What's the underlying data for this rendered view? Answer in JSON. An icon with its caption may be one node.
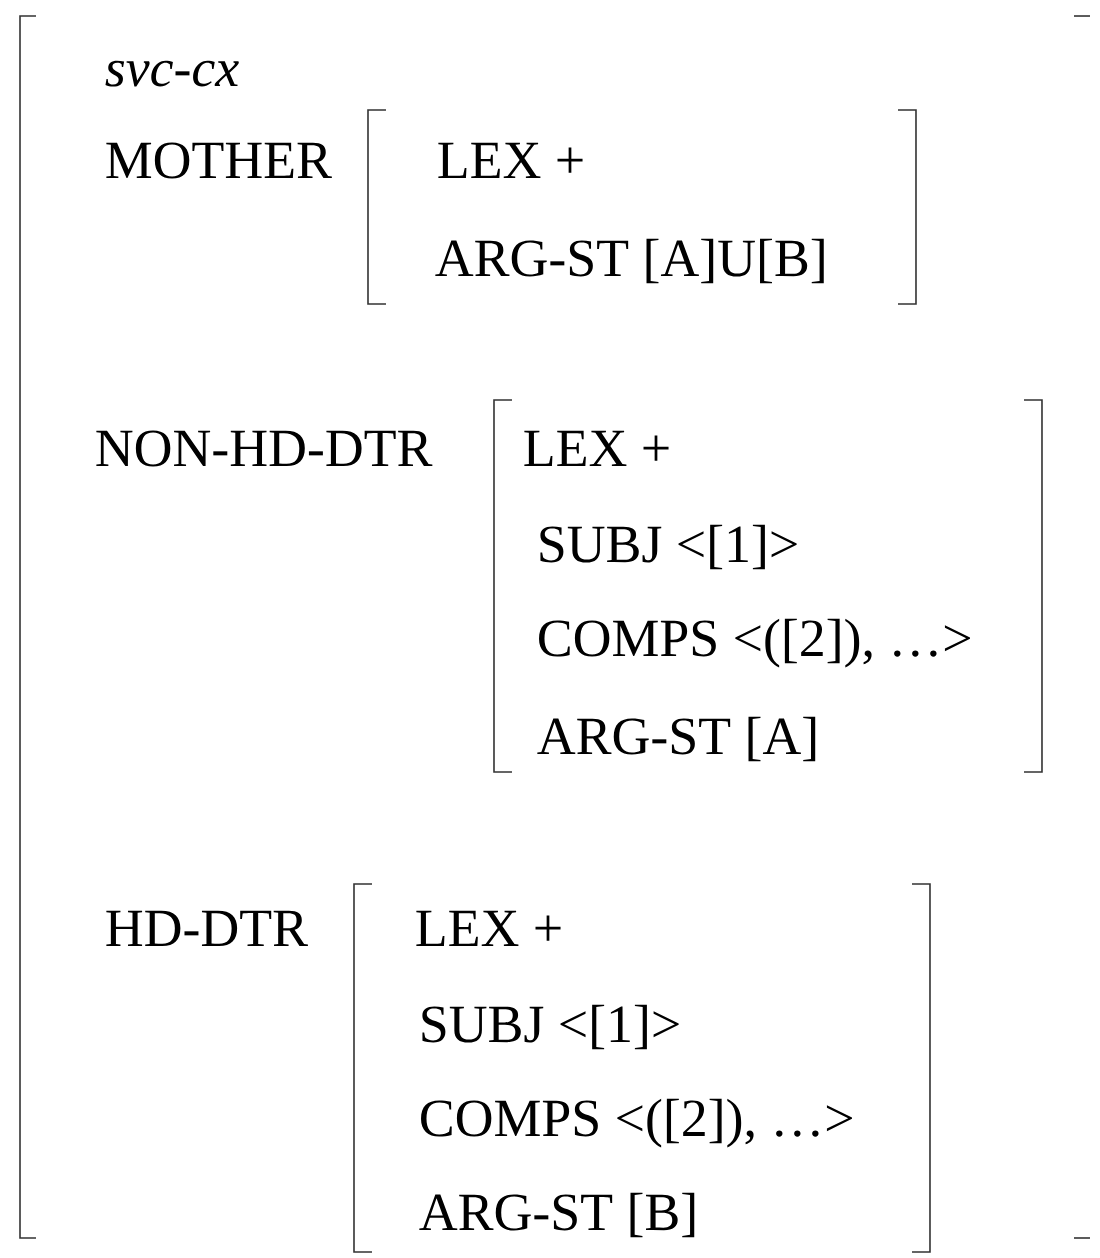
{
  "diagram": {
    "nodes": [
      {
        "text": [
          "svc-cx"
        ]
      },
      {
        "text": [
          "MOTHER",
          "LEX +",
          "ARG-ST [A]U[B]"
        ],
        "in": 0
      },
      {
        "text": [
          "NON-HD-DTR",
          "LEX +",
          "SUBJ <[1]>",
          "COMPS <([2]), …>",
          "ARG-ST [A]"
        ],
        "in": 0
      },
      {
        "text": [
          "HD-DTR",
          "LEX +",
          "SUBJ <[1]>",
          "COMPS <([2]), …>",
          "ARG-ST [B]"
        ],
        "in": 0
      }
    ]
  }
}
